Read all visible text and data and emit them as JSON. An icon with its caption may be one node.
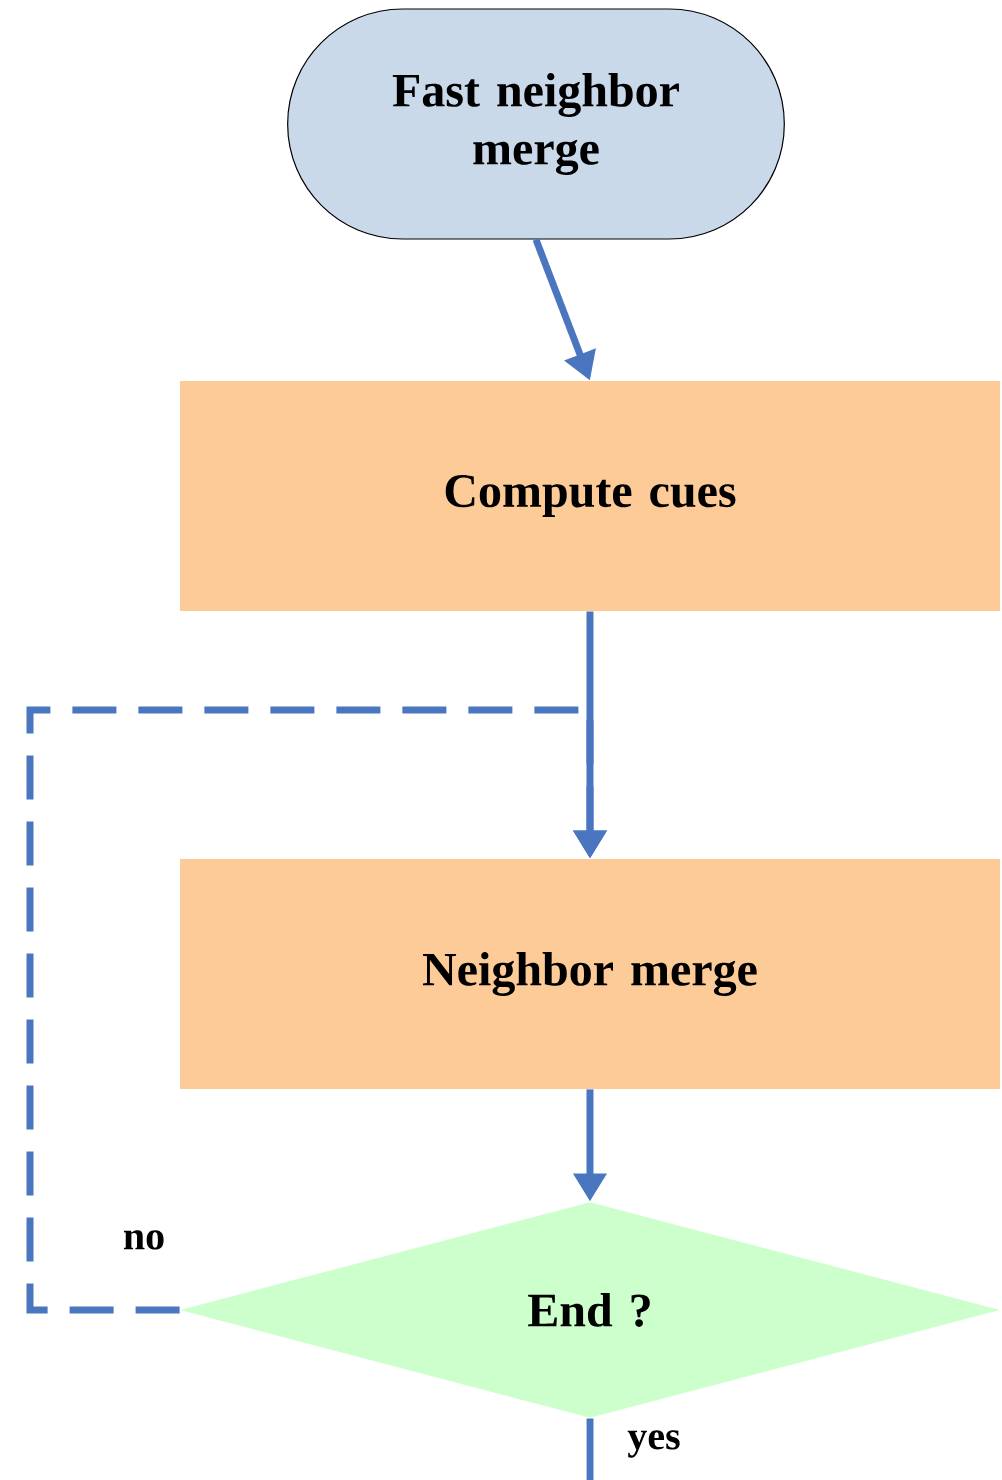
{
  "diagram": {
    "nodes": [
      {
        "text": [
          "Fast neighbor merge"
        ]
      },
      {
        "text": [
          "Compute cues"
        ]
      },
      {
        "text": [
          "Neighbor merge"
        ]
      },
      {
        "text": [
          "End ?"
        ]
      }
    ],
    "edges": [
      {
        "from": 0,
        "to": 1,
        "arrow": "to"
      },
      {
        "from": 1,
        "to": 2,
        "arrow": "to"
      },
      {
        "from": 2,
        "to": 3,
        "arrow": "to"
      },
      {
        "from": 3,
        "to": 2,
        "arrow": "to",
        "label": "no",
        "style": "dashed"
      },
      {
        "from": 3,
        "to": null,
        "arrow": "none",
        "label": "yes"
      }
    ]
  }
}
